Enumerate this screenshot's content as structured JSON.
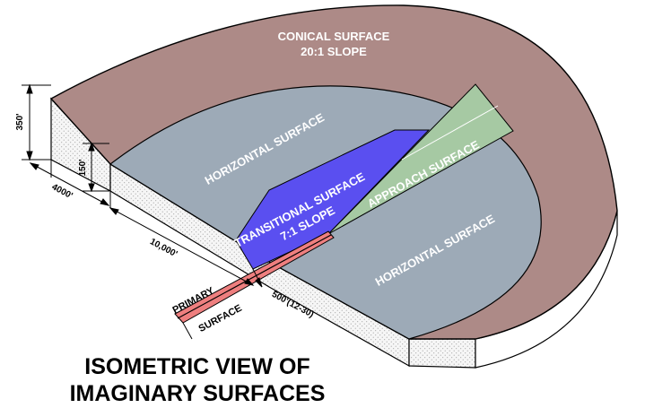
{
  "diagram": {
    "title_line1": "ISOMETRIC VIEW OF",
    "title_line2": "IMAGINARY SURFACES",
    "surfaces": {
      "conical_line1": "CONICAL SURFACE",
      "conical_line2": "20:1 SLOPE",
      "horizontal_upper": "HORIZONTAL SURFACE",
      "horizontal_right": "HORIZONTAL SURFACE",
      "transitional_line1": "TRANSITIONAL SURFACE",
      "transitional_line2": "7:1 SLOPE",
      "approach": "APPROACH SURFACE",
      "primary_line1": "PRIMARY",
      "primary_line2": "SURFACE"
    },
    "dimensions": {
      "height_350": "350'",
      "height_150": "150'",
      "dist_4000": "4000'",
      "dist_10000": "10,000'",
      "width_500": "500'(12-30)"
    },
    "colors": {
      "conical": "#ad8a87",
      "horizontal": "#9daab7",
      "transitional": "#5a4ff0",
      "approach": "#a6c9a3",
      "primary": "#ee7f7f",
      "ground": "#f4f4f4"
    }
  }
}
